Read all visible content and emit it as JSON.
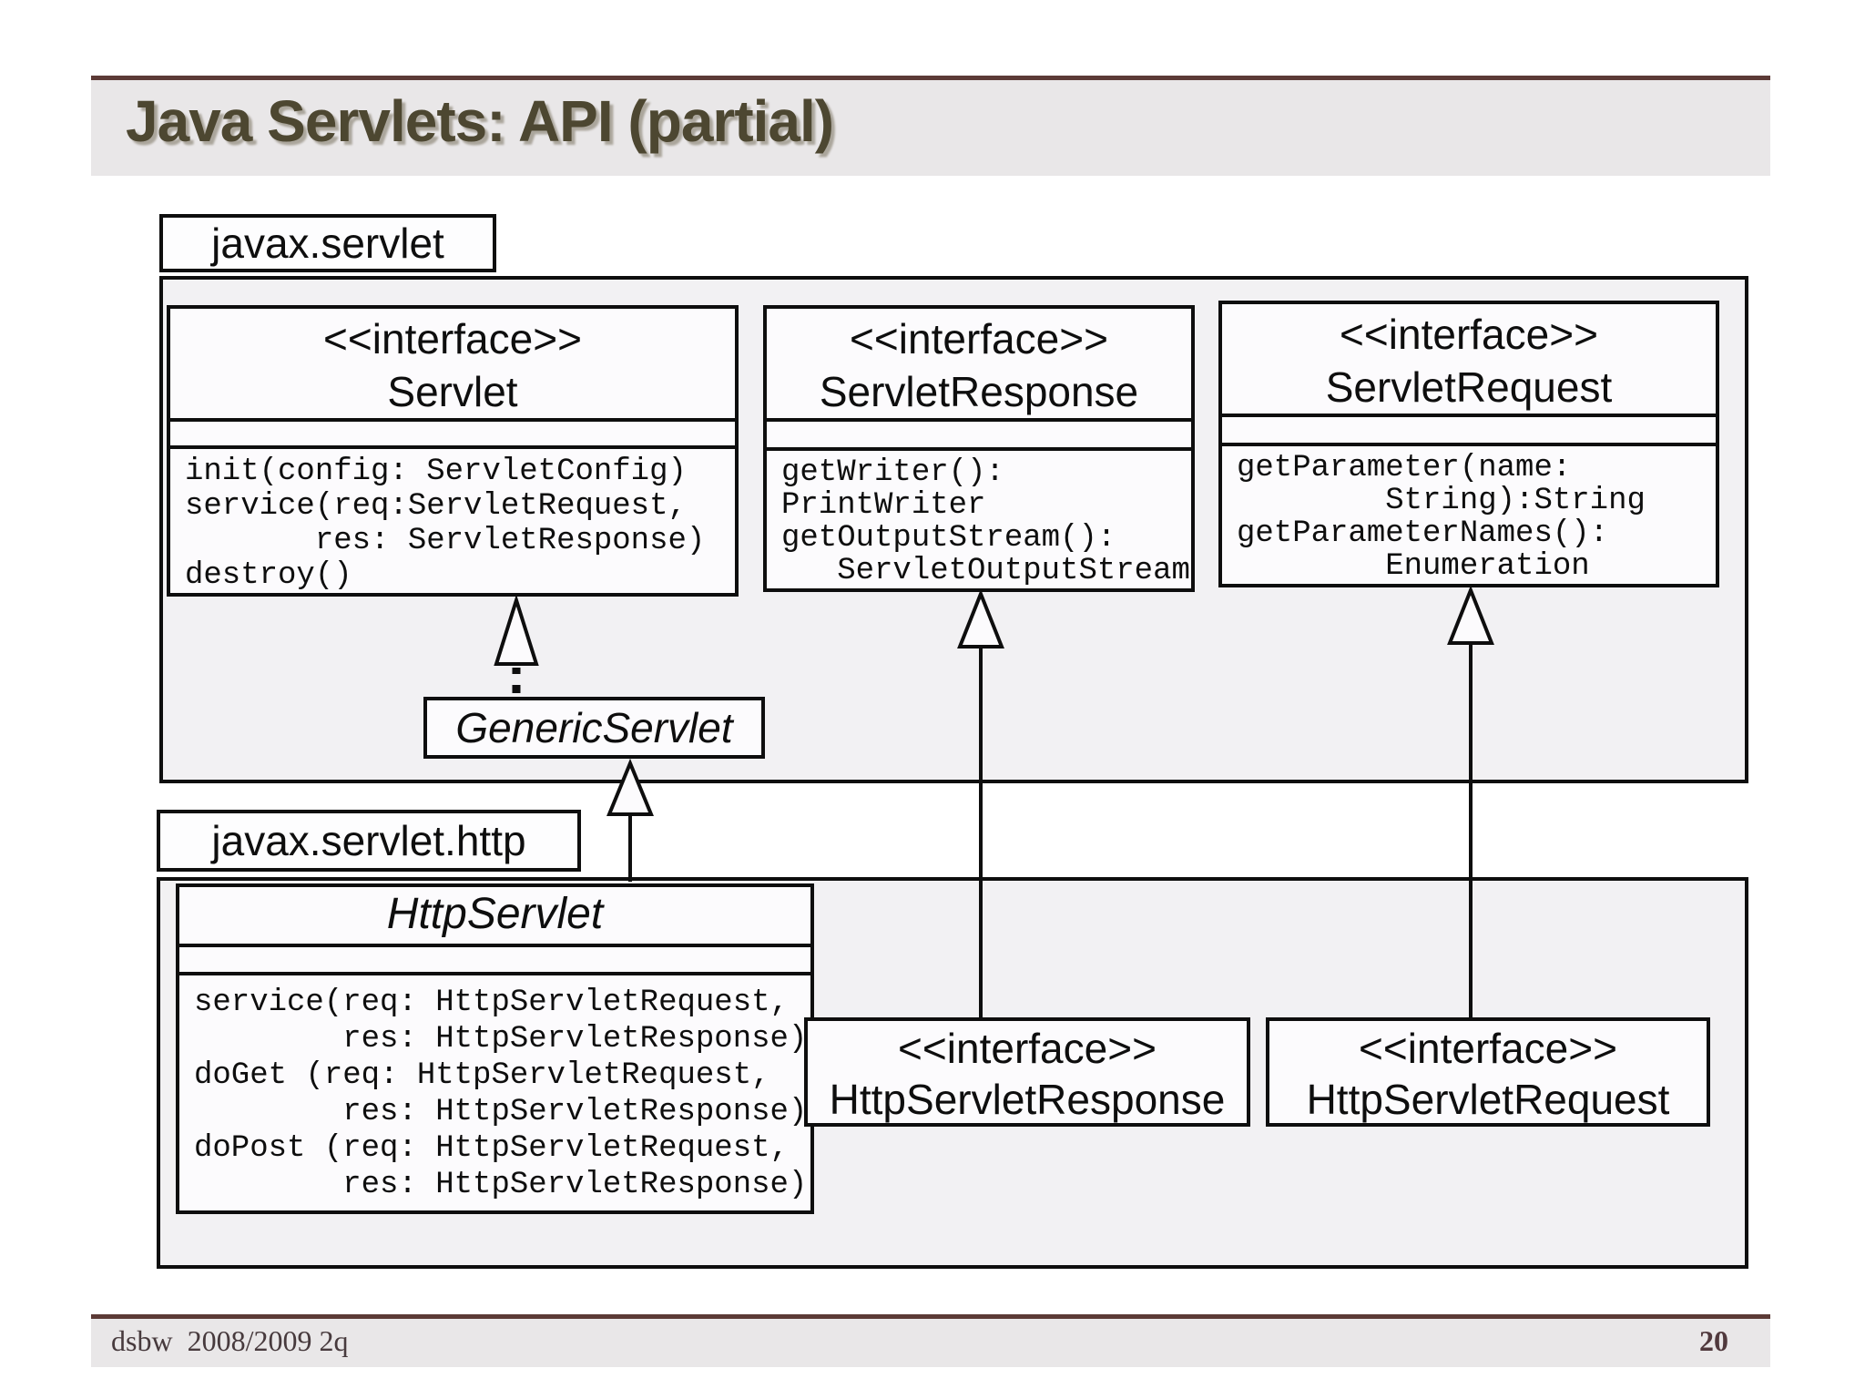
{
  "slide": {
    "title": "Java Servlets: API (partial)"
  },
  "colors": {
    "accent_brown": "#5c3a36",
    "band_gray": "#e9e7e8",
    "package_background": "#f2f1f3",
    "title_olive": "#4d4731"
  },
  "packages": {
    "servlet": {
      "label": "javax.servlet"
    },
    "servlet_http": {
      "label": "javax.servlet.http"
    }
  },
  "classes": {
    "servlet": {
      "stereotype": "<<interface>>",
      "name": "Servlet",
      "methods": [
        "init(config: ServletConfig)",
        "service(req:ServletRequest,",
        "       res: ServletResponse)",
        "destroy()"
      ]
    },
    "servlet_response": {
      "stereotype": "<<interface>>",
      "name": "ServletResponse",
      "methods": [
        "getWriter():",
        "PrintWriter",
        "getOutputStream():",
        "   ServletOutputStream"
      ]
    },
    "servlet_request": {
      "stereotype": "<<interface>>",
      "name": "ServletRequest",
      "methods": [
        "getParameter(name:",
        "        String):String",
        "getParameterNames():",
        "        Enumeration"
      ]
    },
    "generic_servlet": {
      "name": "GenericServlet"
    },
    "http_servlet": {
      "name": "HttpServlet",
      "methods": [
        "service(req: HttpServletRequest,",
        "        res: HttpServletResponse)",
        "doGet (req: HttpServletRequest,",
        "        res: HttpServletResponse)",
        "doPost (req: HttpServletRequest,",
        "        res: HttpServletResponse)"
      ]
    },
    "http_servlet_response": {
      "stereotype": "<<interface>>",
      "name": "HttpServletResponse"
    },
    "http_servlet_request": {
      "stereotype": "<<interface>>",
      "name": "HttpServletRequest"
    }
  },
  "arrows": [
    {
      "from": "GenericServlet",
      "to": "Servlet",
      "type": "generalization",
      "style": "dashed"
    },
    {
      "from": "HttpServlet",
      "to": "GenericServlet",
      "type": "generalization",
      "style": "solid"
    },
    {
      "from": "HttpServletResponse",
      "to": "ServletResponse",
      "type": "generalization",
      "style": "solid"
    },
    {
      "from": "HttpServletRequest",
      "to": "ServletRequest",
      "type": "generalization",
      "style": "solid"
    }
  ],
  "footer": {
    "course": "dsbw  2008/2009 2q",
    "page": "20"
  }
}
